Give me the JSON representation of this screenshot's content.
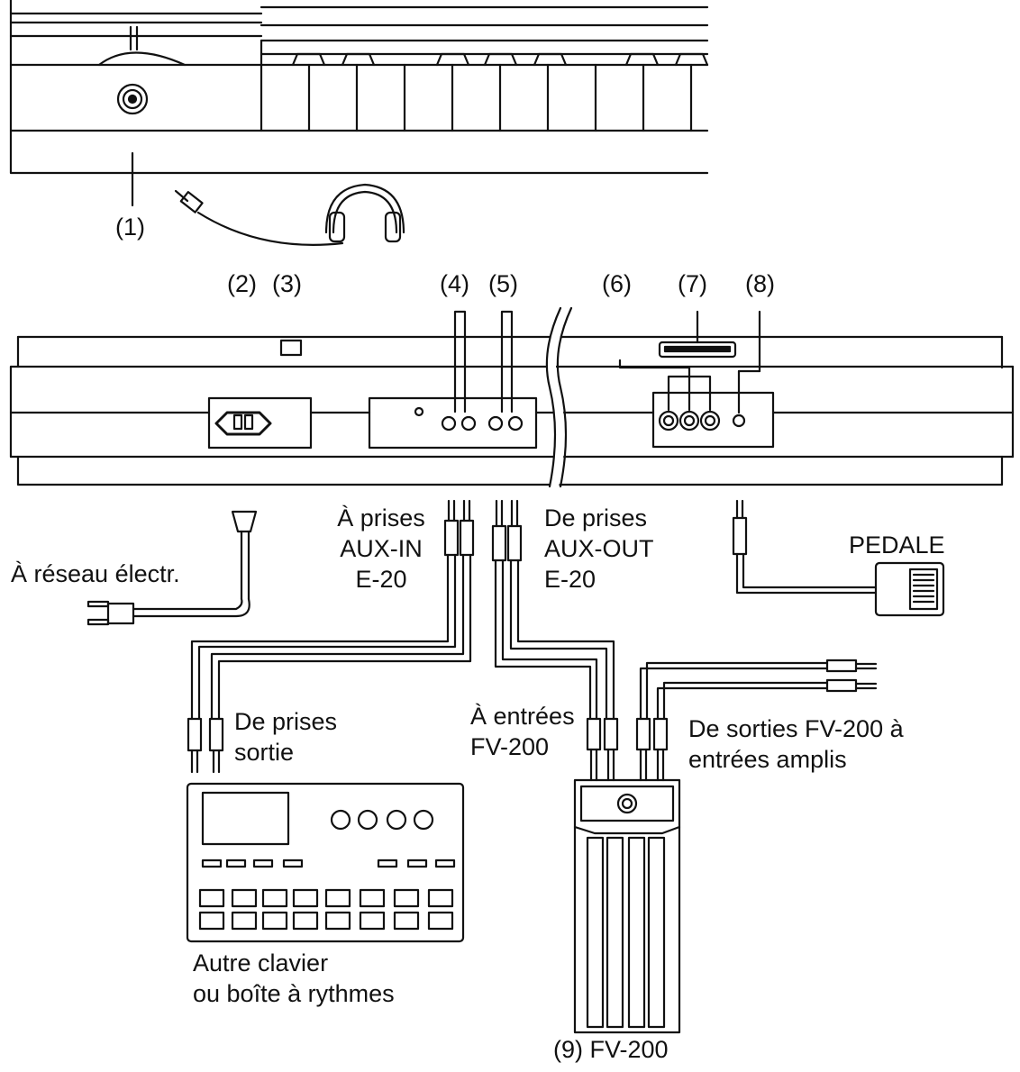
{
  "labels": {
    "n1": "(1)",
    "n2": "(2)",
    "n3": "(3)",
    "n4": "(4)",
    "n5": "(5)",
    "n6": "(6)",
    "n7": "(7)",
    "n8": "(8)",
    "n9": "(9) FV-200",
    "reseau": "À réseau électr.",
    "aux_in": [
      "À prises",
      "AUX-IN",
      "E-20"
    ],
    "aux_out": [
      "De prises",
      "AUX-OUT",
      "E-20"
    ],
    "pedale": "PEDALE",
    "sortie": [
      "De prises",
      "sortie"
    ],
    "entrees_fv": [
      "À entrées",
      "FV-200"
    ],
    "sorties_fv": [
      "De sorties FV-200 à",
      "entrées amplis"
    ],
    "clavier": [
      "Autre clavier",
      "ou boîte à rythmes"
    ]
  },
  "colors": {
    "ink": "#111111",
    "background": "#ffffff"
  }
}
